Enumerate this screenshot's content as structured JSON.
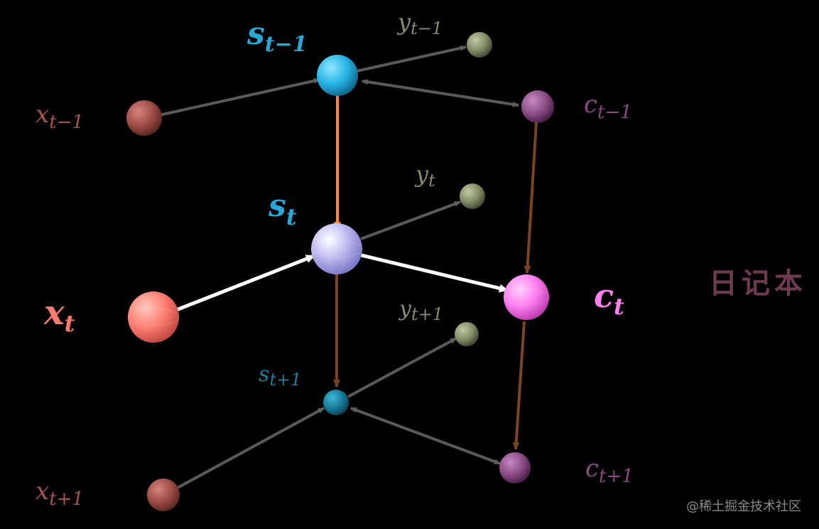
{
  "colors": {
    "background": "#000000",
    "gray_edge": "#5a5a5a",
    "white_edge": "#ffffff",
    "orange_edge": "#ff8a2a",
    "brown_edge": "#7a4424",
    "s_current": "#29a8d8",
    "s_dim": "#1f7f9a",
    "x_current": "#ff7a6e",
    "x_dim": "#a8544e",
    "c_current": "#ff7ff0",
    "c_dim": "#8a4a84",
    "y_dim": "#8a8a6e",
    "notebook_text": "#6e3a52",
    "watermark_text": "#8a8a8a"
  },
  "nodes": {
    "s_prev": {
      "base": "s",
      "sub": "t−1"
    },
    "s_cur": {
      "base": "s",
      "sub": "t"
    },
    "s_next": {
      "base": "s",
      "sub": "t+1"
    },
    "x_prev": {
      "base": "x",
      "sub": "t−1"
    },
    "x_cur": {
      "base": "x",
      "sub": "t"
    },
    "x_next": {
      "base": "x",
      "sub": "t+1"
    },
    "y_prev": {
      "base": "y",
      "sub": "t−1"
    },
    "y_cur": {
      "base": "y",
      "sub": "t"
    },
    "y_next": {
      "base": "y",
      "sub": "t+1"
    },
    "c_prev": {
      "base": "c",
      "sub": "t−1"
    },
    "c_cur": {
      "base": "c",
      "sub": "t"
    },
    "c_next": {
      "base": "c",
      "sub": "t+1"
    }
  },
  "notebook_label": "日记本",
  "watermark": "@稀土掘金技术社区"
}
